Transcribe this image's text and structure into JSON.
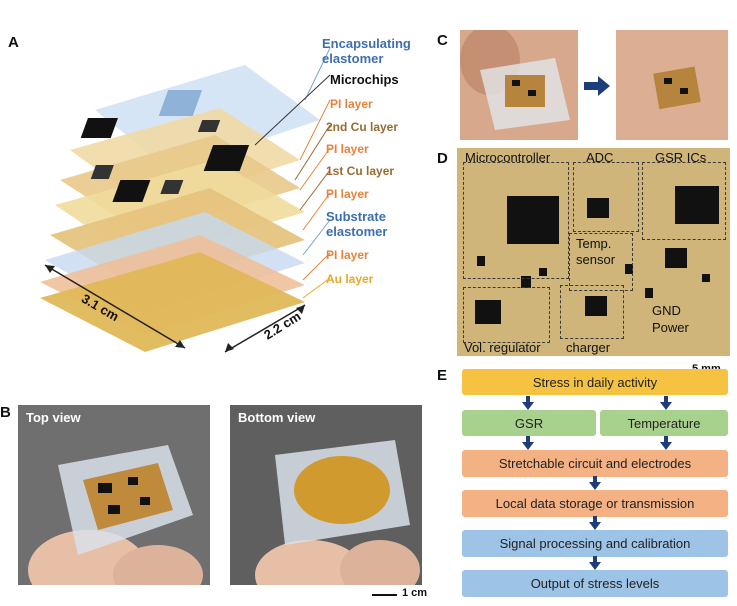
{
  "panels": {
    "a": "A",
    "b": "B",
    "c": "C",
    "d": "D",
    "e": "E"
  },
  "panel_a": {
    "layers": [
      {
        "text": "Encapsulating",
        "color": "blue"
      },
      {
        "text": "elastomer",
        "color": "blue"
      },
      {
        "text": "Microchips",
        "color": "black"
      },
      {
        "text": "PI layer",
        "color": "orange"
      },
      {
        "text": "2nd Cu layer",
        "color": "brown"
      },
      {
        "text": "PI layer",
        "color": "orange"
      },
      {
        "text": "1st Cu layer",
        "color": "brown"
      },
      {
        "text": "PI layer",
        "color": "orange"
      },
      {
        "text": "Substrate",
        "color": "blue"
      },
      {
        "text": "elastomer",
        "color": "blue"
      },
      {
        "text": "PI layer",
        "color": "orange"
      },
      {
        "text": "Au layer",
        "color": "gold"
      }
    ],
    "dim_length": "3.1 cm",
    "dim_width": "2.2 cm"
  },
  "panel_b": {
    "top_view": "Top view",
    "bottom_view": "Bottom view",
    "scale": "1 cm"
  },
  "panel_d": {
    "labels": {
      "microcontroller": "Microcontroller",
      "adc": "ADC",
      "gsr": "GSR ICs",
      "temp1": "Temp.",
      "temp2": "sensor",
      "gnd": "GND",
      "power": "Power",
      "vol": "Vol. regulator",
      "charger": "charger"
    },
    "scale": "5 mm"
  },
  "panel_e": {
    "boxes": {
      "stress": "Stress in daily activity",
      "gsr": "GSR",
      "temperature": "Temperature",
      "circuit": "Stretchable circuit and electrodes",
      "storage": "Local data storage or transmission",
      "signal": "Signal processing and calibration",
      "output": "Output of stress levels"
    },
    "colors": {
      "stress": "#f5c242",
      "green": "#a9d18e",
      "salmon": "#f4b183",
      "blue": "#9dc3e6",
      "arrow": "#1f3d7a"
    }
  }
}
